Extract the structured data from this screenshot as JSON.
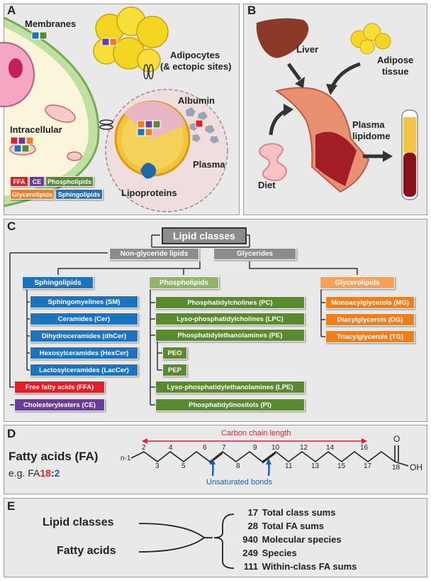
{
  "panelA": {
    "label": "A",
    "membranes": "Membranes",
    "intracellular": "Intracellular",
    "adipocytes_line1": "Adipocytes",
    "adipocytes_line2": "(& ectopic sites)",
    "albumin": "Albumin",
    "plasma": "Plasma",
    "lipoproteins": "Lipoproteins",
    "legend": {
      "ffa": "FFA",
      "ce": "CE",
      "phospholipids": "Phospholipids",
      "glycerolipids": "Glycerolipids",
      "sphingolipids": "Sphingolipids"
    }
  },
  "panelB": {
    "label": "B",
    "liver": "Liver",
    "adipose_line1": "Adipose",
    "adipose_line2": "tissue",
    "diet": "Diet",
    "plasma_line1": "Plasma",
    "plasma_line2": "lipidome"
  },
  "panelC": {
    "label": "C",
    "root": "Lipid classes",
    "non_glyceride": "Non-glyceride lipids",
    "glycerides": "Glycerides",
    "sphingolipids": "Sphingolipids",
    "sphingo_children": [
      "Sphingomyelines (SM)",
      "Ceramides (Cer)",
      "Dihydroceramides (dhCer)",
      "Hexosylceramides (HexCer)",
      "Lactosylceramides (LacCer)"
    ],
    "ffa": "Free fatty acids (FFA)",
    "ce": "Cholesterylesters (CE)",
    "phospholipids": "Phospholipids",
    "phospho_children": [
      "Phosphatidylcholines (PC)",
      "Lyso-phosphatidylcholines (LPC)",
      "Phosphatidylethanolamines (PE)"
    ],
    "peo": "PEO",
    "pep": "PEP",
    "lpe": "Lyso-phosphatidylethanolamines (LPE)",
    "pi": "Phosphatidylinositols (PI)",
    "glycerolipids": "Glycerolipids",
    "glycero_children": [
      "Monoacylglycerols (MG)",
      "Diacylglycerols (DG)",
      "Triacylglycerols (TG)"
    ]
  },
  "panelD": {
    "label": "D",
    "title": "Fatty acids (FA)",
    "example_prefix": "e.g. FA",
    "example_chain": "18",
    "example_sep": ":",
    "example_db": "2",
    "chain_length": "Carbon chain length",
    "unsaturated": "Unsaturated bonds",
    "n1": "n-1",
    "oxygen": "O",
    "oh": "OH",
    "top_numbers": [
      "2",
      "4",
      "6",
      "7",
      "9",
      "10",
      "12",
      "14",
      "16"
    ],
    "bottom_numbers": [
      "3",
      "5",
      "8",
      "11",
      "13",
      "15",
      "17",
      "18"
    ]
  },
  "panelE": {
    "label": "E",
    "lipid_classes": "Lipid classes",
    "fatty_acids": "Fatty acids",
    "rows": [
      {
        "n": "17",
        "text": "Total class sums"
      },
      {
        "n": "28",
        "text": "Total FA sums"
      },
      {
        "n": "940",
        "text": "Molecular species"
      },
      {
        "n": "249",
        "text": "Species"
      },
      {
        "n": "111",
        "text": "Within-class FA sums"
      }
    ]
  },
  "colors": {
    "ffa": "#e31e24",
    "ce": "#6a3d9a",
    "phospholipids": "#5a8a2f",
    "glycerolipids": "#f07f1a",
    "sphingolipids": "#1e73be"
  }
}
